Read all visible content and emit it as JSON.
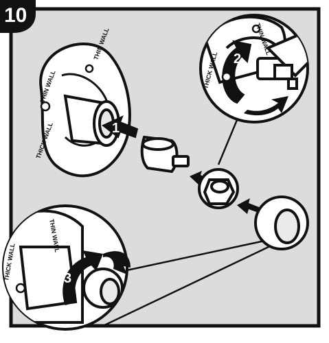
{
  "step_number": "10",
  "callouts": {
    "step_1": "1",
    "step_2": "2",
    "step_3": "3"
  },
  "flange_text": {
    "thin_wall": "THIN WALL",
    "thick_wall": "THICK WALL"
  },
  "colors": {
    "panel_background": "#dcdcdc",
    "outline": "#111111",
    "part_fill": "#ffffff",
    "badge": "#111111"
  }
}
